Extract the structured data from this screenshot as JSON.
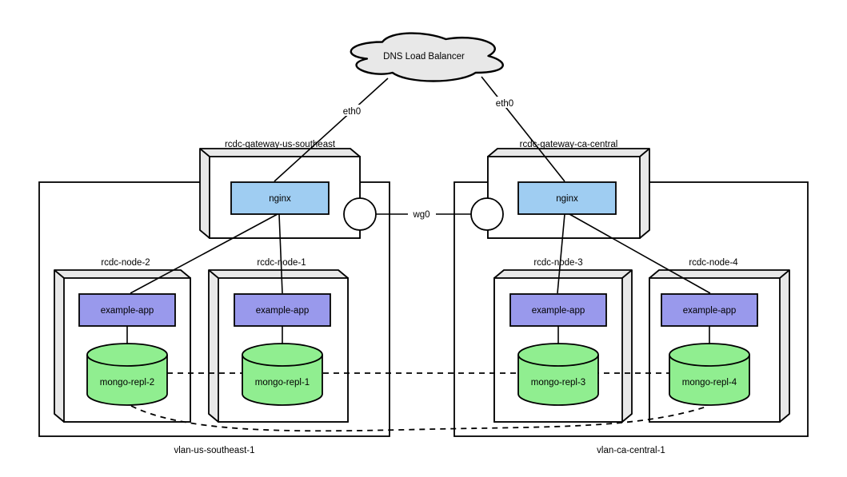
{
  "cloud": {
    "label": "DNS Load Balancer"
  },
  "labels": {
    "eth0_left": "eth0",
    "eth0_right": "eth0",
    "wg0": "wg0"
  },
  "gateways": [
    {
      "name": "rcdc-gateway-us-southeast",
      "service": "nginx"
    },
    {
      "name": "rcdc-gateway-ca-central",
      "service": "nginx"
    }
  ],
  "vlans": [
    {
      "name": "vlan-us-southeast-1",
      "nodes": [
        {
          "name": "rcdc-node-2",
          "app": "example-app",
          "db": "mongo-repl-2"
        },
        {
          "name": "rcdc-node-1",
          "app": "example-app",
          "db": "mongo-repl-1"
        }
      ]
    },
    {
      "name": "vlan-ca-central-1",
      "nodes": [
        {
          "name": "rcdc-node-3",
          "app": "example-app",
          "db": "mongo-repl-3"
        },
        {
          "name": "rcdc-node-4",
          "app": "example-app",
          "db": "mongo-repl-4"
        }
      ]
    }
  ],
  "colors": {
    "service_blue": "#9fcdf2",
    "app_purple": "#9999ec",
    "db_green": "#90ee90",
    "shape_gray": "#e8e8e8",
    "stroke": "#000000"
  }
}
